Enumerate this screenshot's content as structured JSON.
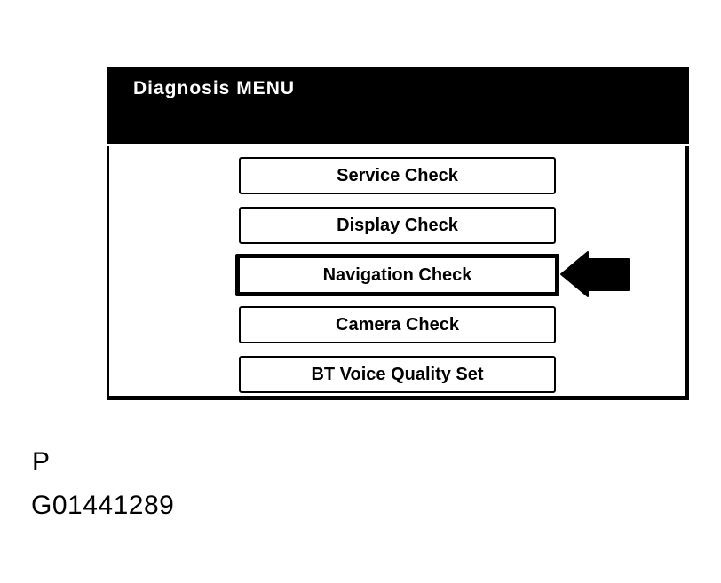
{
  "header": {
    "title": "Diagnosis MENU"
  },
  "menu": {
    "items": [
      {
        "label": "Service Check",
        "selected": false
      },
      {
        "label": "Display Check",
        "selected": false
      },
      {
        "label": "Navigation Check",
        "selected": true
      },
      {
        "label": "Camera Check",
        "selected": false
      },
      {
        "label": "BT Voice Quality Set",
        "selected": false
      }
    ],
    "selected_item": "Navigation Check"
  },
  "icons": {
    "selection_arrow": "left-arrow-icon"
  },
  "annotations": {
    "page_letter": "P",
    "figure_id": "G01441289"
  },
  "colors": {
    "background": "#ffffff",
    "header_bg": "#000000",
    "header_text": "#ffffff",
    "button_bg": "#ffffff",
    "button_border": "#000000",
    "button_text": "#000000",
    "arrow": "#000000"
  }
}
